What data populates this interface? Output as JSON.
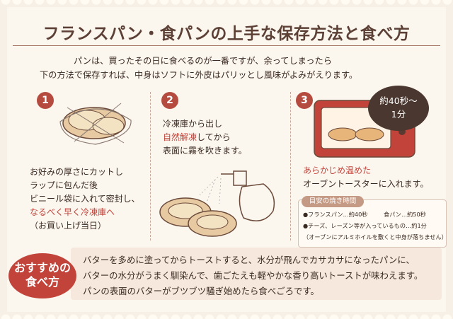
{
  "title": "フランスパン・食パンの上手な保存方法と食べ方",
  "intro": {
    "line1": "パンは、買ったその日に食べるのが一番ですが、余ってしまったら",
    "line2": "下の方法で保存すれば、中身はソフトに外皮はパリッとし風味がよみがえります。"
  },
  "steps": [
    {
      "number": "1",
      "lines": [
        "お好みの厚さにカットし",
        "ラップに包んだ後",
        "ビニール袋に入れて密封し、"
      ],
      "red": "なるべく早く冷凍庫へ",
      "note": "（お買い上げ当日）"
    },
    {
      "number": "2",
      "line1": "冷凍庫から出し",
      "red": "自然解凍",
      "line2_suffix": "してから",
      "line3": "表面に霧を吹きます。"
    },
    {
      "number": "3",
      "red": "あらかじめ温めた",
      "line2": "オーブントースターに入れます。"
    }
  ],
  "badge": {
    "line1": "約40秒〜",
    "line2": "1分"
  },
  "guide": {
    "heading": "目安の焼き時間",
    "row1_left": "●フランスパン…約40秒",
    "row1_right": "食パン…約50秒",
    "row2": "●チーズ、レーズン等が入っているもの…約1分",
    "row3": "（オーブンにアルミホイルを敷くと中身が落ちません）"
  },
  "recommend": {
    "label_line1": "おすすめの",
    "label_line2": "食べ方",
    "lines": [
      "バターを多めに塗ってからトーストすると、水分が飛んでカサカサになったパンに、",
      "バターの水分がうまく馴染んで、歯ごたえも軽やかな香り高いトーストが味わえます。",
      "パンの表面のバターがブツブツ騒ぎ始めたら食べごろです。"
    ]
  },
  "colors": {
    "accent": "#c2433a",
    "number_bg": "#b54b3f",
    "text": "#3a2a22",
    "background": "#f7f0e6"
  }
}
